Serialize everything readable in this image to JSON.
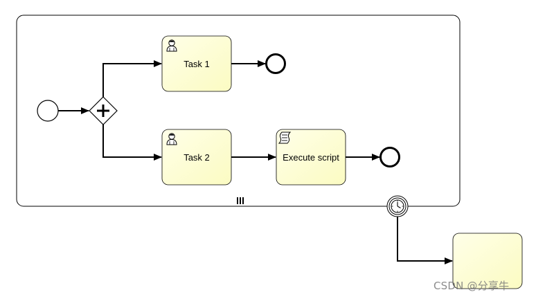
{
  "diagram": {
    "tasks": {
      "task1": {
        "label": "Task 1",
        "type": "user-task"
      },
      "task2": {
        "label": "Task 2",
        "type": "user-task"
      },
      "script": {
        "label": "Execute script",
        "type": "script-task"
      },
      "handler": {
        "label": "",
        "type": "task"
      }
    },
    "subprocess": {
      "marker": "III",
      "marker_meaning": "parallel-multi-instance"
    },
    "gateway": {
      "type": "parallel",
      "symbol": "+"
    },
    "boundary_event": {
      "type": "timer"
    }
  },
  "colors": {
    "task_fill_start": "#ffffe0",
    "task_fill_end": "#fcfcc0",
    "stroke": "#000000"
  },
  "watermark": "CSDN @分享牛"
}
